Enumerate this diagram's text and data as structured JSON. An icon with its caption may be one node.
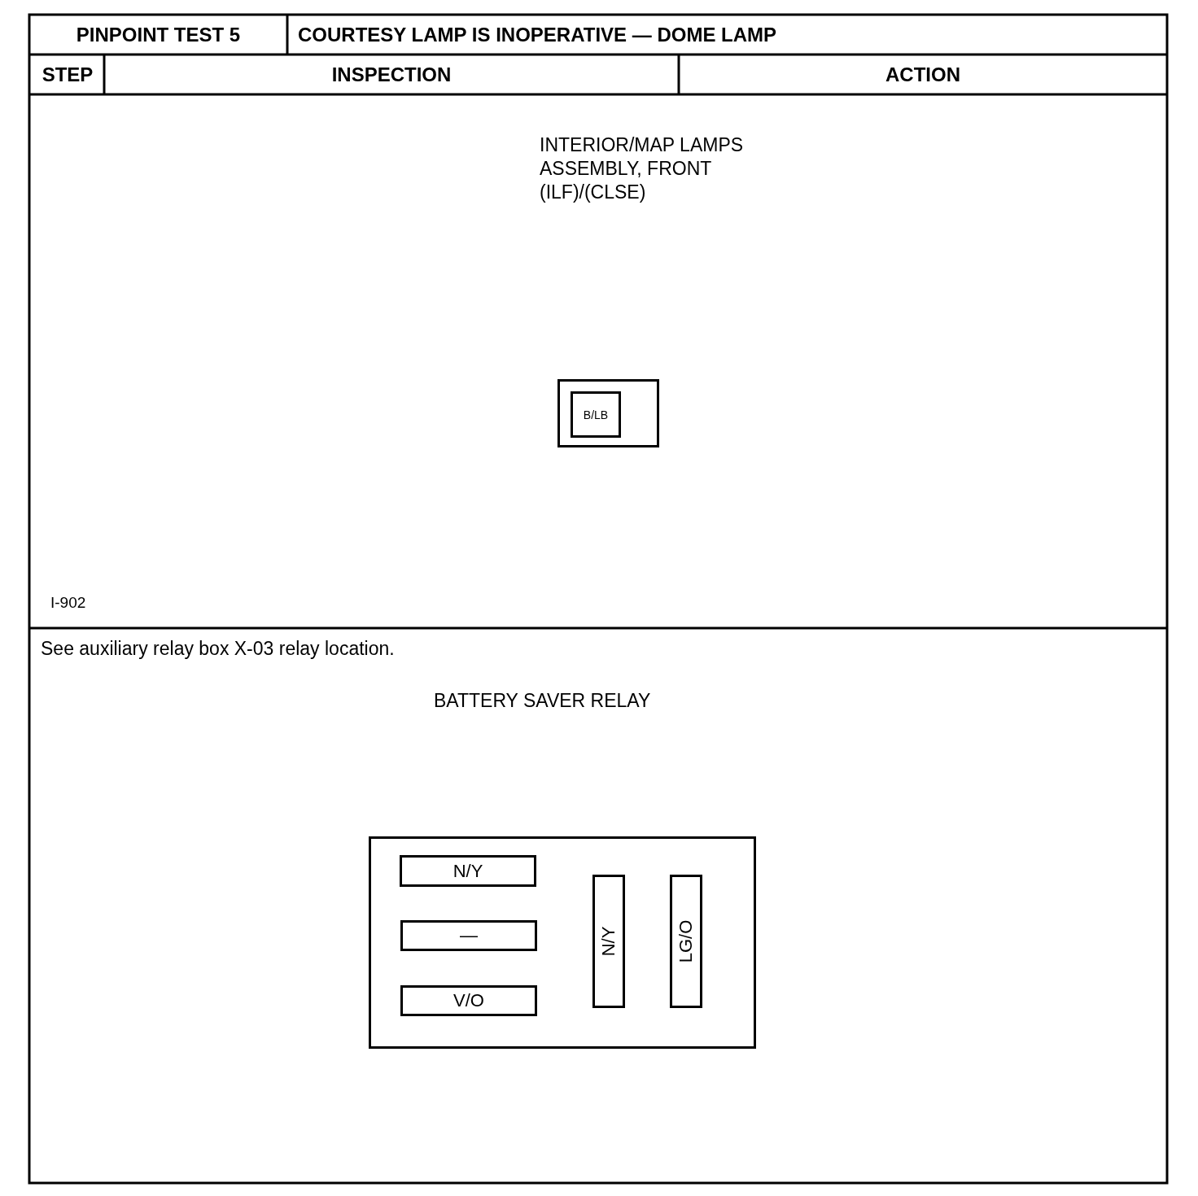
{
  "diagram": {
    "nodes": [
      {
        "text": [],
        "shape": "box"
      },
      {
        "text": [
          "B/LB"
        ],
        "in": 0
      },
      {
        "text": [],
        "shape": "box"
      },
      {
        "text": [
          "N/Y"
        ],
        "in": 2
      },
      {
        "text": [
          "—"
        ],
        "in": 2
      },
      {
        "text": [
          "V/O"
        ],
        "in": 2
      },
      {
        "text": [
          "N/Y"
        ],
        "in": 2
      },
      {
        "text": [
          "LG/O"
        ],
        "in": 2
      }
    ],
    "edges": [],
    "labels": [
      "PINPOINT TEST 5",
      "COURTESY LAMP IS INOPERATIVE — DOME LAMP",
      "STEP",
      "INSPECTION",
      "ACTION",
      "INTERIOR/MAP LAMPS ASSEMBLY, FRONT (ILF)/(CLSE)",
      "I-902",
      "See auxiliary relay box X-03 relay location.",
      "BATTERY SAVER RELAY"
    ]
  }
}
